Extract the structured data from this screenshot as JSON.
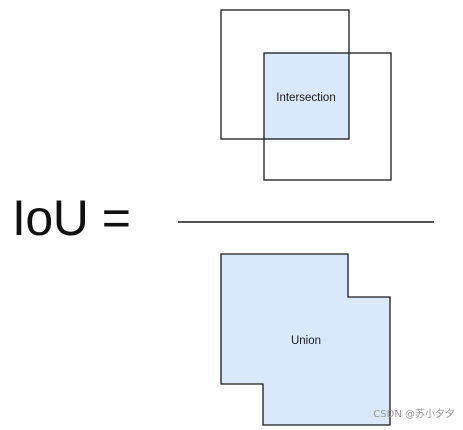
{
  "formula": {
    "label": "IoU ="
  },
  "numerator": {
    "intersection_label": "Intersection"
  },
  "denominator": {
    "union_label": "Union"
  },
  "watermark": {
    "text": "CSDN @苏小夕夕"
  },
  "colors": {
    "fill": "#dae8fc",
    "stroke": "#1a1a1a",
    "text": "#111111",
    "watermark": "#9a9a9a"
  }
}
